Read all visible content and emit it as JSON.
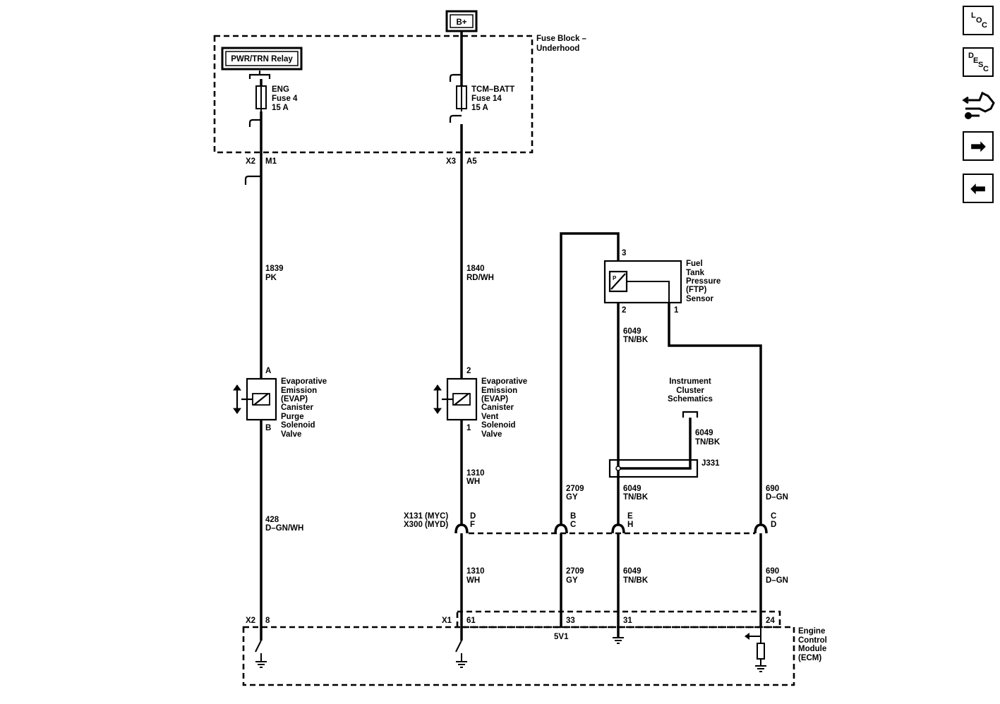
{
  "top_supply": "B+",
  "fuse_block": {
    "label_line1": "Fuse Block –",
    "label_line2": "Underhood",
    "relay": "PWR/TRN Relay",
    "fuse_left": [
      "ENG",
      "Fuse 4",
      "15 A"
    ],
    "fuse_right": [
      "TCM–BATT",
      "Fuse 14",
      "15 A"
    ]
  },
  "connectors": {
    "x2_top": "X2",
    "m1": "M1",
    "x3": "X3",
    "a5": "A5",
    "x131": "X131 (MYC)",
    "x300": "X300 (MYD)",
    "d": "D",
    "f": "F",
    "b": "B",
    "c1": "C",
    "e": "E",
    "h": "H",
    "c2": "C",
    "d2": "D",
    "x2_bot": "X2",
    "pin8": "8",
    "x1": "X1",
    "pin61": "61",
    "pin33": "33",
    "pin31": "31",
    "pin24": "24"
  },
  "wires": {
    "w1839": [
      "1839",
      "PK"
    ],
    "w1840": [
      "1840",
      "RD/WH"
    ],
    "w428": [
      "428",
      "D–GN/WH"
    ],
    "w1310a": [
      "1310",
      "WH"
    ],
    "w1310b": [
      "1310",
      "WH"
    ],
    "w2709a": [
      "2709",
      "GY"
    ],
    "w2709b": [
      "2709",
      "GY"
    ],
    "w6049a": [
      "6049",
      "TN/BK"
    ],
    "w6049b": [
      "6049",
      "TN/BK"
    ],
    "w6049c": [
      "6049",
      "TN/BK"
    ],
    "w6049d": [
      "6049",
      "TN/BK"
    ],
    "w690a": [
      "690",
      "D–GN"
    ],
    "w690b": [
      "690",
      "D–GN"
    ]
  },
  "purge_valve": {
    "pin_top": "A",
    "pin_bot": "B",
    "label": [
      "Evaporative",
      "Emission",
      "(EVAP)",
      "Canister",
      "Purge",
      "Solenoid",
      "Valve"
    ]
  },
  "vent_valve": {
    "pin_top": "2",
    "pin_bot": "1",
    "label": [
      "Evaporative",
      "Emission",
      "(EVAP)",
      "Canister",
      "Vent",
      "Solenoid",
      "Valve"
    ]
  },
  "ftp_sensor": {
    "pin3": "3",
    "pin2": "2",
    "pin1": "1",
    "label": [
      "Fuel",
      "Tank",
      "Pressure",
      "(FTP)",
      "Sensor"
    ]
  },
  "instrument_cluster": [
    "Instrument",
    "Cluster",
    "Schematics"
  ],
  "splice": "J331",
  "ecm": {
    "label": [
      "Engine",
      "Control",
      "Module",
      "(ECM)"
    ],
    "ref": "5V1"
  },
  "nav": {
    "loc_letters": [
      "L",
      "O",
      "C"
    ],
    "desc_letters": [
      "D",
      "E",
      "S",
      "C"
    ],
    "next_glyph": "➡",
    "prev_glyph": "⬅"
  }
}
